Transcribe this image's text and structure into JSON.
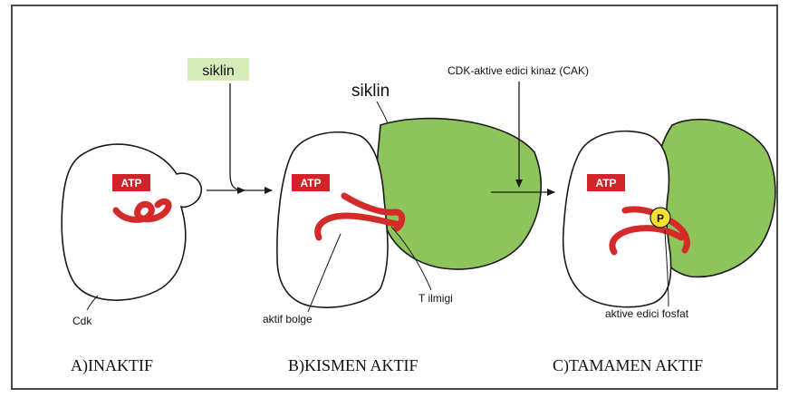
{
  "colors": {
    "cyclin_fill": "#8dc55a",
    "atp_box": "#d2232a",
    "strand": "#d42a2a",
    "phosphate": "#f2e12e",
    "cyclin_label_bg": "#d6ecb8",
    "outline": "#1a1a1a"
  },
  "labels": {
    "cyclin_incoming": "siklin",
    "cyclin_bound": "siklin",
    "cak": "CDK-aktive edici kinaz (CAK)",
    "atp_a": "ATP",
    "atp_b": "ATP",
    "atp_c": "ATP",
    "cdk": "Cdk",
    "active_site": "aktif bolge",
    "t_loop": "T ilmigi",
    "activating_phosphate": "aktive edici fosfat",
    "phosphate_symbol": "P"
  },
  "stages": {
    "a": "A)INAKTIF",
    "b": "B)KISMEN AKTIF",
    "c": "C)TAMAMEN AKTIF"
  },
  "icons": {
    "arrows": "arrow-right",
    "cyclin_arrow": "arrow-down-elbow",
    "cak_arrow": "arrow-down"
  }
}
